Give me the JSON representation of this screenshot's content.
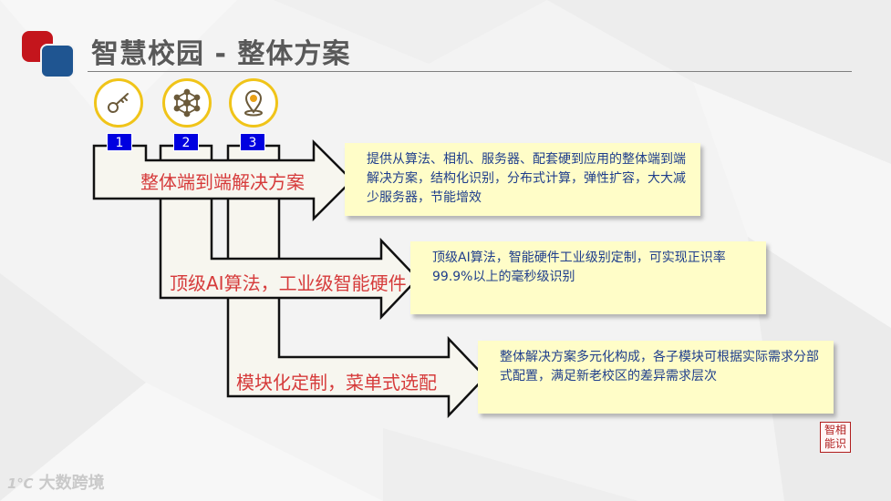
{
  "title": "智慧校园 - 整体方案",
  "icons": [
    {
      "name": "key-icon",
      "number": "1"
    },
    {
      "name": "network-icon",
      "number": "2"
    },
    {
      "name": "location-pin-icon",
      "number": "3"
    }
  ],
  "steps": [
    {
      "label": "整体端到端解决方案",
      "description": "提供从算法、相机、服务器、配套硬到应用的整体端到端解决方案，结构化识别，分布式计算，弹性扩容，大大减少服务器，节能增效"
    },
    {
      "label": "顶级AI算法，工业级智能硬件",
      "description": "顶级AI算法，智能硬件工业级别定制，可实现正识率99.9%以上的毫秒级识别"
    },
    {
      "label": "模块化定制，菜单式选配",
      "description": "整体解决方案多元化构成，各子模块可根据实际需求分部式配置，满足新老校区的差异需求层次"
    }
  ],
  "stamp": {
    "line1": "智相",
    "line2": "能识"
  },
  "watermark": {
    "mark": "1℃",
    "text": "大数跨境"
  },
  "colors": {
    "accent_red": "#c4151c",
    "accent_blue": "#1f5591",
    "circle_ring": "#f0c419",
    "label_red": "#d63b3b",
    "note_bg": "#fffdc8",
    "note_text": "#1f3e8c"
  }
}
